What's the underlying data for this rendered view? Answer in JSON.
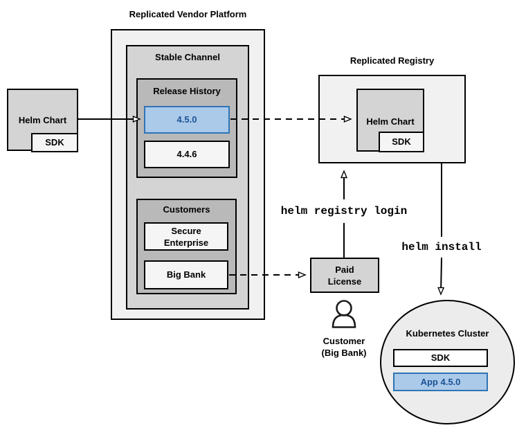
{
  "colors": {
    "accent_blue_fill": "#abc9e9",
    "accent_blue_border": "#2e74b5",
    "accent_blue_text": "#1b5296",
    "container_pale_gray": "#f1f1f1",
    "container_mid_gray": "#d4d4d4",
    "container_dark_gray": "#b9b9b9",
    "item_light_gray": "#f5f5f5",
    "cluster_fill": "#ececec",
    "line_color": "#000000"
  },
  "source_chart": {
    "label": "Helm Chart",
    "sdk": "SDK"
  },
  "vendor_platform": {
    "title": "Replicated Vendor Platform",
    "stable_channel": {
      "title": "Stable Channel"
    },
    "release_history": {
      "title": "Release History",
      "current_version": "4.5.0",
      "previous_version": "4.4.6"
    },
    "customers": {
      "title": "Customers",
      "secure_enterprise": {
        "line1": "Secure",
        "line2": "Enterprise"
      },
      "big_bank": "Big Bank"
    }
  },
  "registry": {
    "title": "Replicated Registry",
    "helm_chart": "Helm Chart",
    "sdk": "SDK"
  },
  "commands": {
    "registry_login": "helm registry login",
    "install": "helm install"
  },
  "paid_license": {
    "line1": "Paid",
    "line2": "License"
  },
  "customer": {
    "line1": "Customer",
    "line2": "(Big Bank)"
  },
  "kubernetes": {
    "title": "Kubernetes Cluster",
    "sdk": "SDK",
    "app": "App 4.5.0"
  }
}
